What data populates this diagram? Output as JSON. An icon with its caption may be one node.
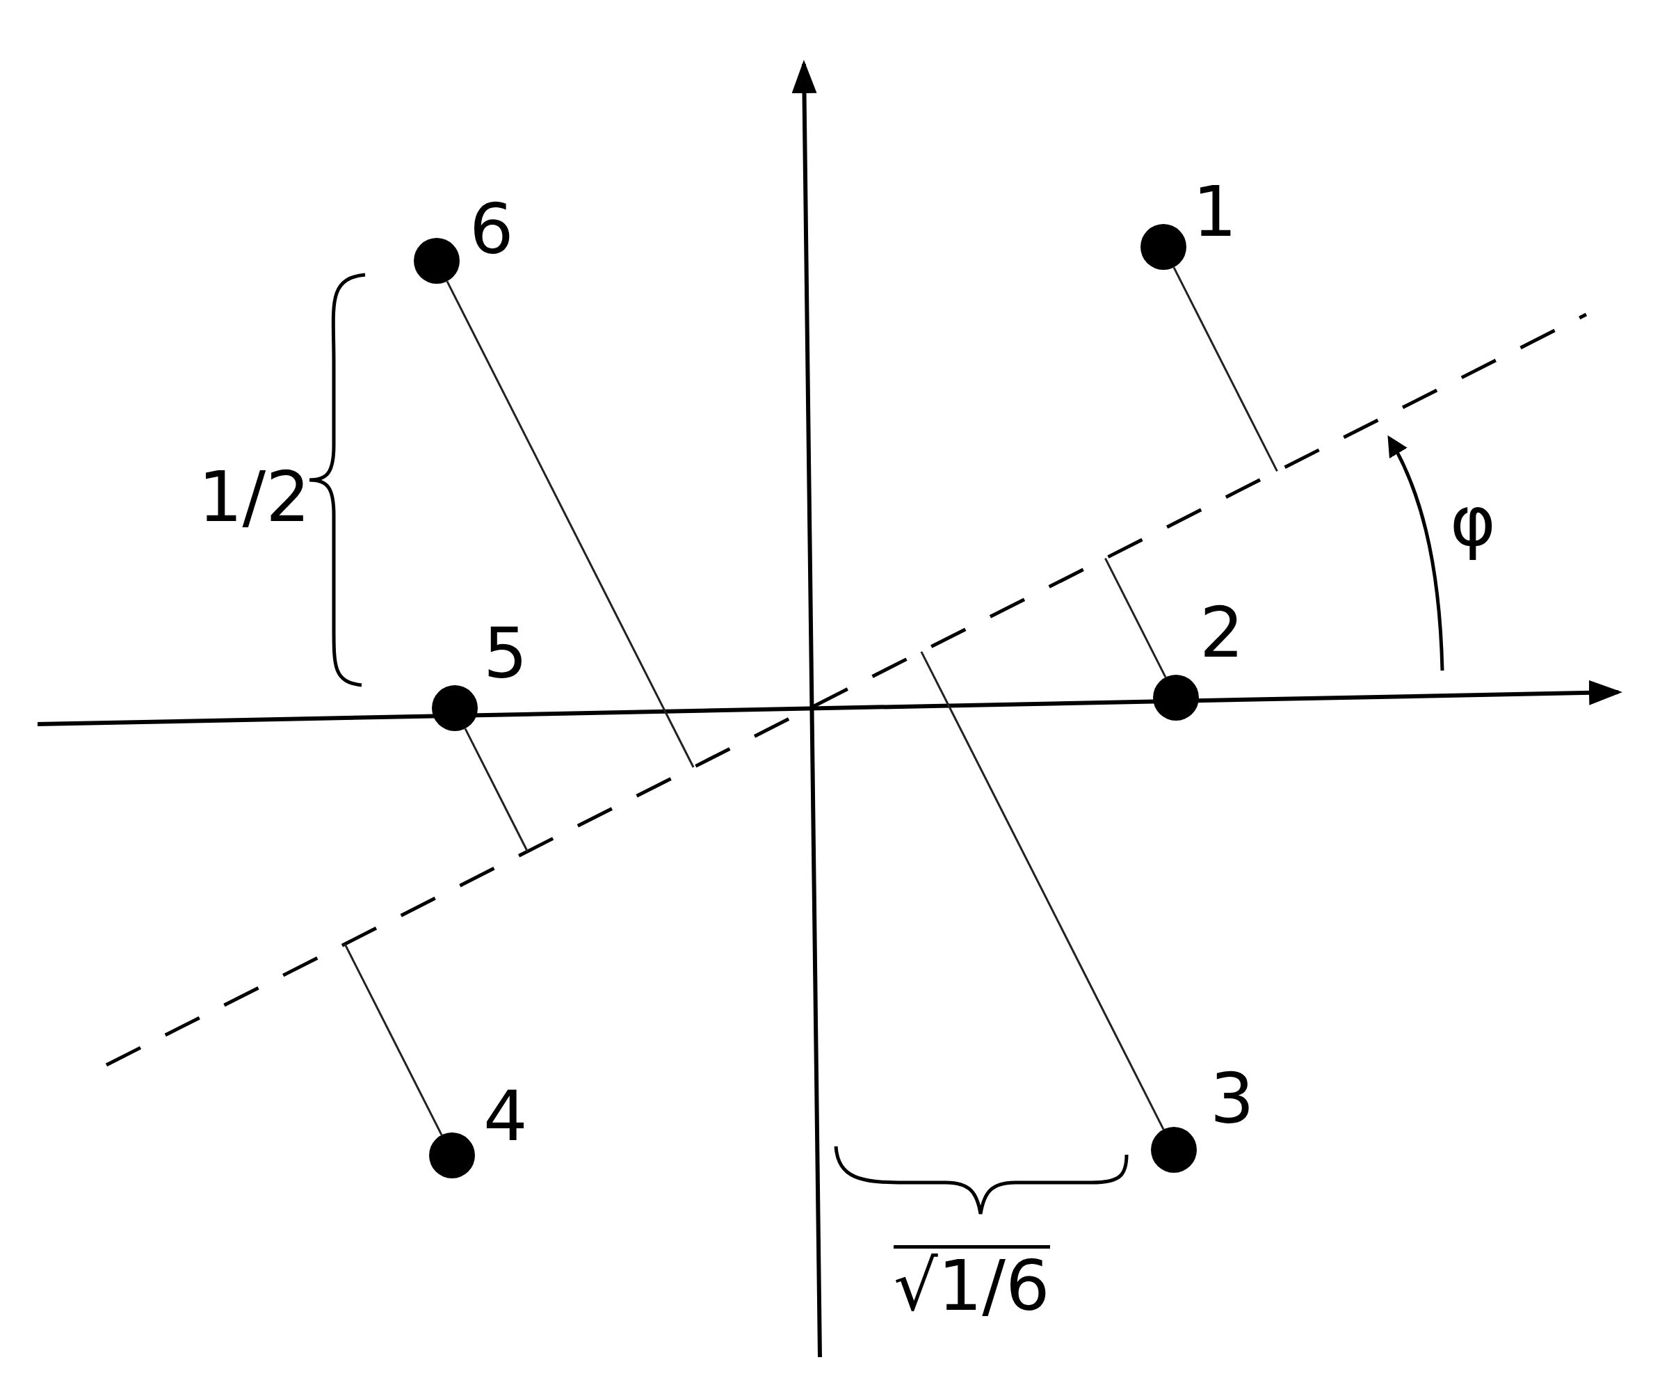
{
  "diagram": {
    "nodes": [
      {
        "text": [],
        "shape": "circle",
        "beside": [
          "1"
        ]
      },
      {
        "text": [],
        "shape": "circle",
        "beside": [
          "2"
        ]
      },
      {
        "text": [],
        "shape": "circle",
        "beside": [
          "3"
        ]
      },
      {
        "text": [],
        "shape": "circle",
        "beside": [
          "4"
        ]
      },
      {
        "text": [],
        "shape": "circle",
        "beside": [
          "5"
        ]
      },
      {
        "text": [],
        "shape": "circle",
        "beside": [
          "6"
        ]
      }
    ],
    "labels": [
      "1/2",
      "√1/6",
      "φ"
    ]
  }
}
